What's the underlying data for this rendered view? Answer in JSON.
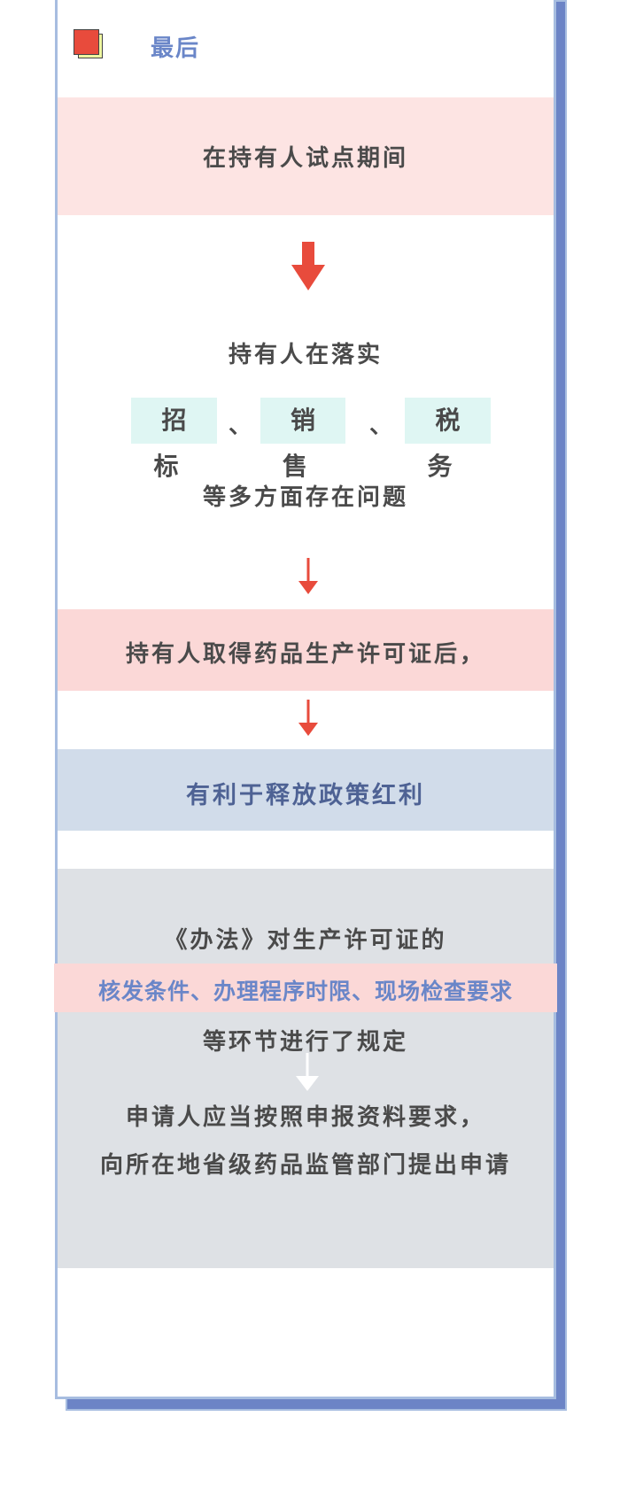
{
  "header": {
    "title": "最后",
    "icon": "stacked-squares-icon"
  },
  "flow": {
    "step1": "在持有人试点期间",
    "step2": "持有人在落实",
    "tags": [
      "招标",
      "销售",
      "税务"
    ],
    "separator": "、",
    "step3": "等多方面存在问题",
    "step4": "持有人取得药品生产许可证后，",
    "step5": "有利于释放政策红利"
  },
  "regulation": {
    "line1": "《办法》对生产许可证的",
    "highlight": "核发条件、办理程序时限、现场检查要求",
    "line3": "等环节进行了规定",
    "line4": "申请人应当按照申报资料要求，",
    "line5": "向所在地省级药品监管部门提出申请"
  },
  "colors": {
    "accent_red": "#e84b3c",
    "title_blue": "#6a86c8",
    "pink_bg": "#fde4e3",
    "pink_bg2": "#fbd8d7",
    "blue_bg": "#d1dcea",
    "gray_bg": "#dee1e5",
    "tag_bg": "#dff6f3",
    "border_light": "#a7bde0",
    "border_dark": "#6c84c6"
  }
}
